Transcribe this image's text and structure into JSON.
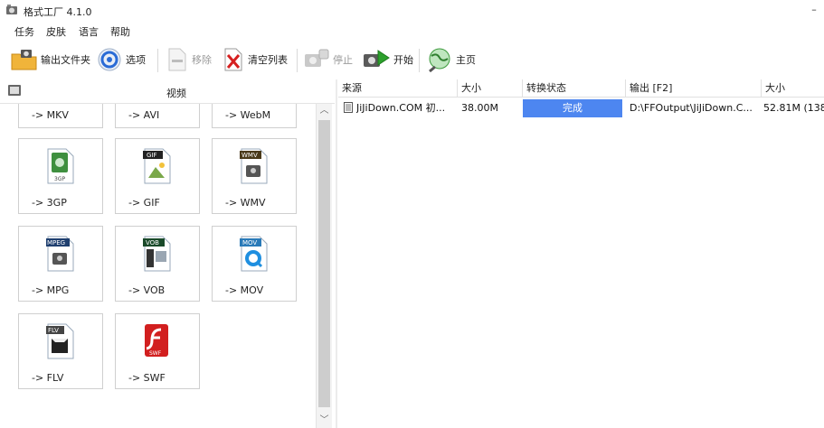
{
  "window": {
    "title": "格式工厂 4.1.0",
    "minimize": "–"
  },
  "menu": {
    "items": [
      "任务",
      "皮肤",
      "语言",
      "帮助"
    ]
  },
  "toolbar": {
    "output_folder": "输出文件夹",
    "options": "选项",
    "remove": "移除",
    "clear_list": "清空列表",
    "stop": "停止",
    "start": "开始",
    "home": "主页"
  },
  "left_panel": {
    "title": "视频",
    "formats": [
      "-> MKV",
      "-> AVI",
      "-> WebM",
      "-> 3GP",
      "-> GIF",
      "-> WMV",
      "-> MPG",
      "-> VOB",
      "-> MOV",
      "-> FLV",
      "-> SWF"
    ],
    "icon_badges": {
      "gif": "GIF",
      "wmv": "WMV",
      "mpeg": "MPEG",
      "vob": "VOB",
      "mov": "MOV",
      "flv": "FLV",
      "swf": "SWF",
      "3gp": "3GP"
    }
  },
  "task_table": {
    "columns": [
      "来源",
      "大小",
      "转换状态",
      "输出 [F2]",
      "大小"
    ],
    "rows": [
      {
        "source": "JiJiDown.COM 初...",
        "size": "38.00M",
        "status": "完成",
        "output": "D:\\FFOutput\\JiJiDown.C...",
        "out_size": "52.81M  (138"
      }
    ]
  },
  "colors": {
    "status_bar": "#4d86f0",
    "start_green": "#2ca02c",
    "swf_red": "#d21f1f"
  }
}
